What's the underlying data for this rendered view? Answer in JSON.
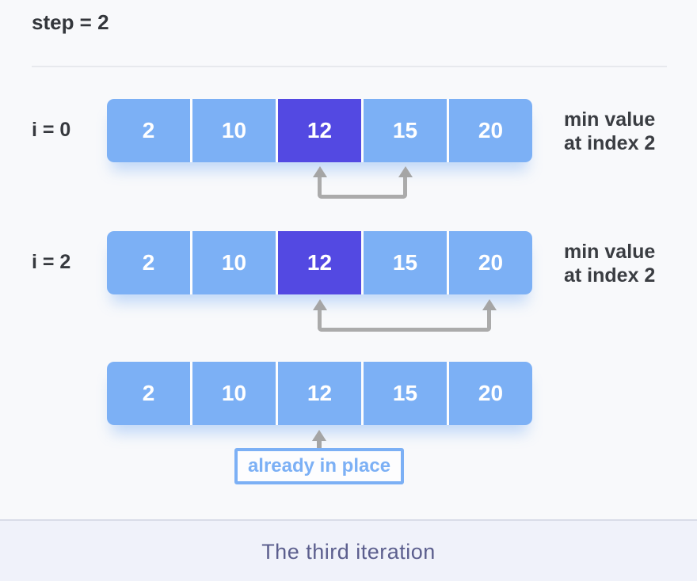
{
  "title": {
    "step": "step = 2"
  },
  "rows": [
    {
      "label": "i = 0",
      "cells": [
        "2",
        "10",
        "12",
        "15",
        "20"
      ],
      "highlight_index": 2,
      "note_line1": "min value",
      "note_line2": "at index 2",
      "arrow": {
        "from_index": 2,
        "to_index": 3
      }
    },
    {
      "label": "i = 2",
      "cells": [
        "2",
        "10",
        "12",
        "15",
        "20"
      ],
      "highlight_index": 2,
      "note_line1": "min value",
      "note_line2": "at index 2",
      "arrow": {
        "from_index": 2,
        "to_index": 4
      }
    },
    {
      "cells": [
        "2",
        "10",
        "12",
        "15",
        "20"
      ],
      "pointer_index": 2,
      "callout": "already in place"
    }
  ],
  "footer": {
    "caption": "The third iteration"
  },
  "colors": {
    "cell_blue": "#7CB0F5",
    "cell_highlight": "#5349E2",
    "arrow_gray": "#A5A5A5",
    "label_text": "#36393E",
    "caption_text": "#5C5F8E",
    "footer_bg": "#F0F2FA",
    "page_bg": "#F8F9FB"
  }
}
